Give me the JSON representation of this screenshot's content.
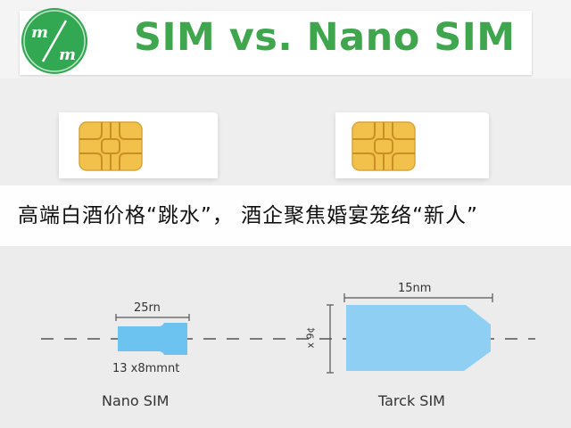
{
  "header": {
    "logo_text": "m/m",
    "title": "SIM vs. Nano SIM"
  },
  "banner": {
    "text": "高端白酒价格“跳水”， 酒企聚焦婚宴笼络“新人”"
  },
  "diagram": {
    "nano": {
      "width_label": "25rn",
      "size_label": "13 x8mmnt",
      "name": "Nano SIM"
    },
    "large": {
      "width_label": "15nm",
      "height_label": "x 9¢",
      "name": "Tarck SIM"
    }
  },
  "colors": {
    "brand_green": "#3fa64e",
    "chip_gold": "#f2c14b",
    "sim_blue": "#8ecff3"
  }
}
